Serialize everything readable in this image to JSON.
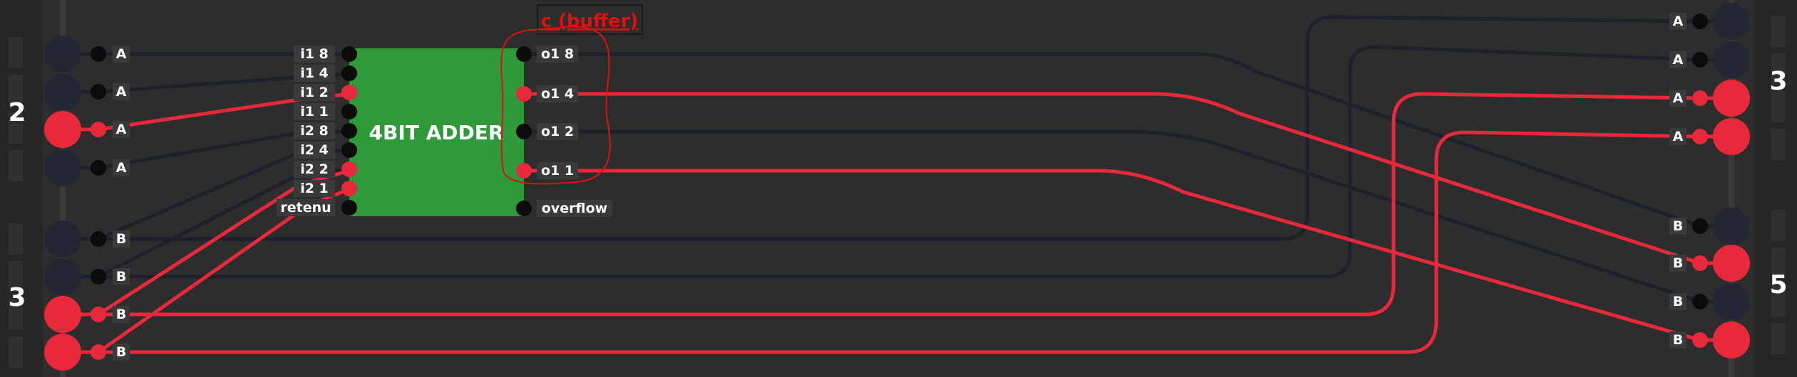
{
  "colors": {
    "background": "#2d2d2d",
    "panel": "#262626",
    "rail": "#3a3a3a",
    "off_pin": "#232733",
    "off_wire": "#1d212b",
    "on": "#e8283b",
    "chip_green": "#2e9a3a",
    "black_pin": "#0b0b0b",
    "annotation": "#e01010"
  },
  "left_panel": {
    "group_a_value": "2",
    "group_b_value": "3",
    "pins": [
      {
        "label": "A",
        "on": false
      },
      {
        "label": "A",
        "on": false
      },
      {
        "label": "A",
        "on": true
      },
      {
        "label": "A",
        "on": false
      },
      {
        "label": "B",
        "on": false
      },
      {
        "label": "B",
        "on": false
      },
      {
        "label": "B",
        "on": true
      },
      {
        "label": "B",
        "on": true
      }
    ]
  },
  "right_panel": {
    "group_a_value": "3",
    "group_b_value": "5",
    "pins": [
      {
        "label": "A",
        "on": false
      },
      {
        "label": "A",
        "on": false
      },
      {
        "label": "A",
        "on": true
      },
      {
        "label": "A",
        "on": true
      },
      {
        "label": "B",
        "on": false
      },
      {
        "label": "B",
        "on": true
      },
      {
        "label": "B",
        "on": false
      },
      {
        "label": "B",
        "on": true
      }
    ]
  },
  "chip": {
    "title": "4BIT ADDER",
    "inputs": [
      {
        "label": "i1 8",
        "on": false
      },
      {
        "label": "i1 4",
        "on": false
      },
      {
        "label": "i1 2",
        "on": true
      },
      {
        "label": "i1 1",
        "on": false
      },
      {
        "label": "i2 8",
        "on": false
      },
      {
        "label": "i2 4",
        "on": false
      },
      {
        "label": "i2 2",
        "on": true
      },
      {
        "label": "i2 1",
        "on": true
      },
      {
        "label": "retenu",
        "on": false
      }
    ],
    "outputs": [
      {
        "label": "o1 8",
        "on": false
      },
      {
        "label": "o1 4",
        "on": true
      },
      {
        "label": "o1 2",
        "on": false
      },
      {
        "label": "o1 1",
        "on": true
      },
      {
        "label": "overflow",
        "on": false
      }
    ]
  },
  "annotation": {
    "text": "c (buffer)"
  }
}
